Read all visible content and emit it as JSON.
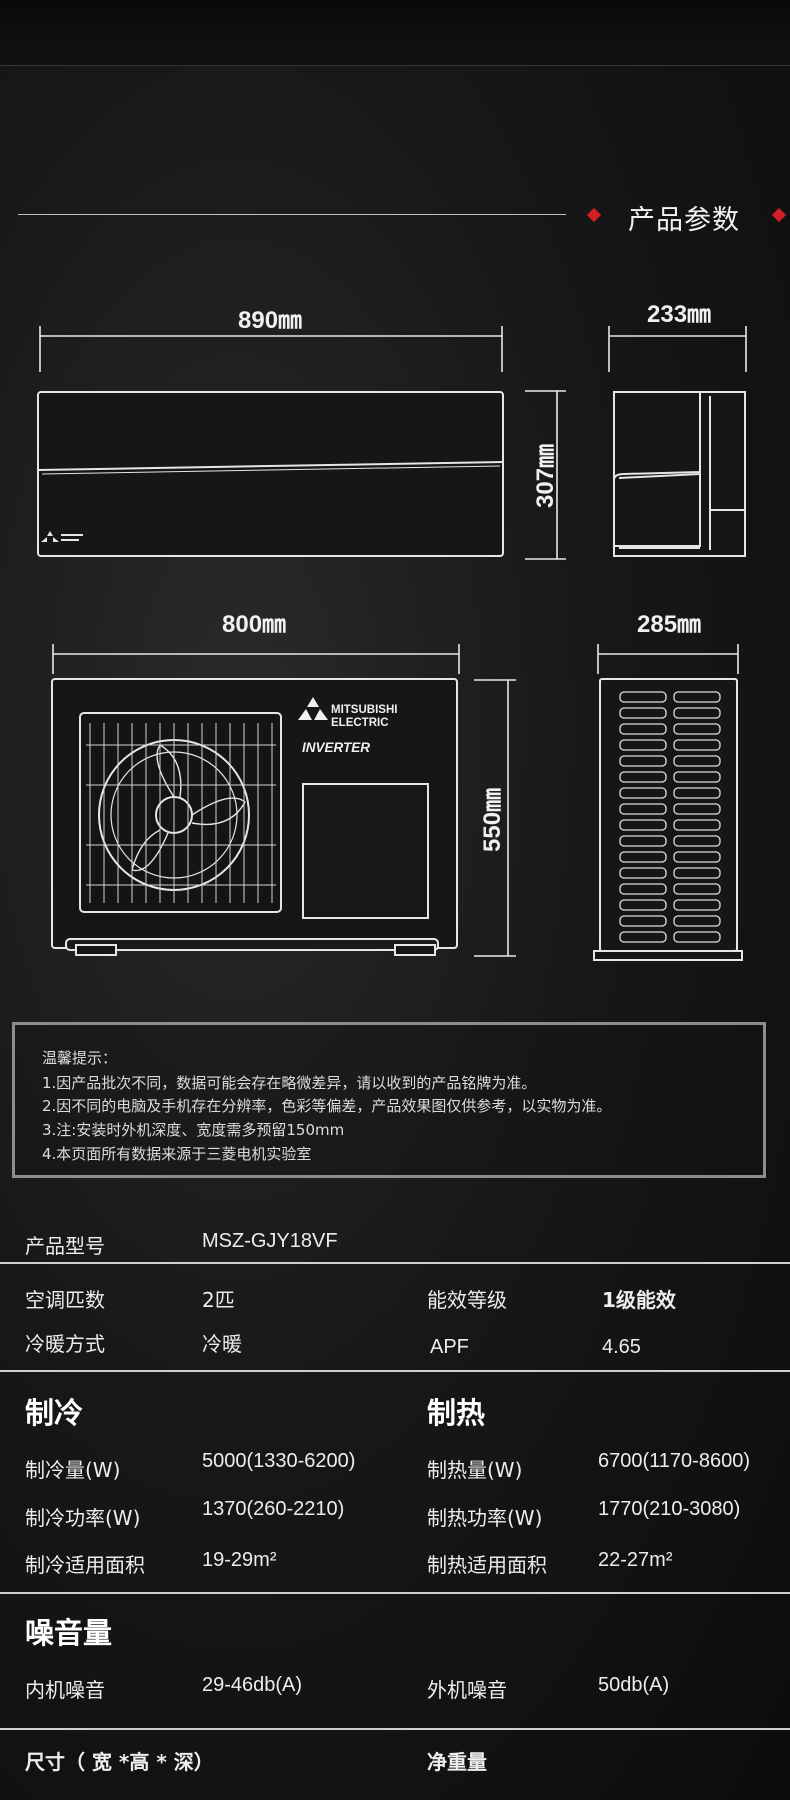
{
  "header": {
    "title": "产品参数"
  },
  "indoor": {
    "width": "890㎜",
    "depth": "233㎜",
    "height": "307㎜"
  },
  "outdoor": {
    "width": "800㎜",
    "depth": "285㎜",
    "height": "550㎜",
    "brand_line1": "MITSUBISHI",
    "brand_line2": "ELECTRIC",
    "inverter": "INVERTER"
  },
  "notice": {
    "title": "温馨提示：",
    "lines": [
      "1.因产品批次不同，数据可能会存在略微差异，请以收到的产品铭牌为准。",
      "2.因不同的电脑及手机存在分辨率，色彩等偏差，产品效果图仅供参考，以实物为准。",
      "3.注:安装时外机深度、宽度需多预留150mm",
      "4.本页面所有数据来源于三菱电机实验室"
    ]
  },
  "specs": {
    "model_label": "产品型号",
    "model": "MSZ-GJY18VF",
    "hp_label": "空调匹数",
    "hp": "2匹",
    "grade_label": "能效等级",
    "grade": "1级能效",
    "mode_label": "冷暖方式",
    "mode": "冷暖",
    "apf_label": "APF",
    "apf": "4.65",
    "cool_title": "制冷",
    "heat_title": "制热",
    "cool_cap_label": "制冷量(W)",
    "cool_cap": "5000(1330-6200)",
    "heat_cap_label": "制热量(W)",
    "heat_cap": "6700(1170-8600)",
    "cool_pow_label": "制冷功率(W)",
    "cool_pow": "1370(260-2210)",
    "heat_pow_label": "制热功率(W)",
    "heat_pow": "1770(210-3080)",
    "cool_area_label": "制冷适用面积",
    "cool_area": "19-29m²",
    "heat_area_label": "制热适用面积",
    "heat_area": "22-27m²",
    "noise_title": "噪音量",
    "in_noise_label": "内机噪音",
    "in_noise": "29-46db(A)",
    "out_noise_label": "外机噪音",
    "out_noise": "50db(A)",
    "size_label": "尺寸（ 宽 *高 * 深）",
    "weight_label": "净重量"
  }
}
